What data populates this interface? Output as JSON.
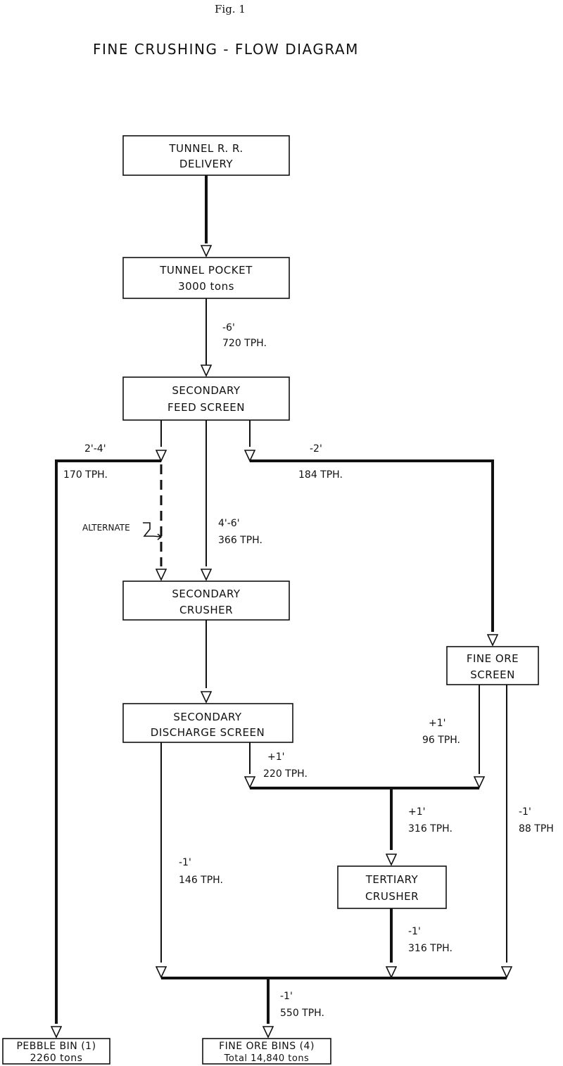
{
  "figure_label": "Fig. 1",
  "title": "FINE CRUSHING - FLOW DIAGRAM",
  "nodes": {
    "tunnel_rr": [
      "TUNNEL R. R.",
      "DELIVERY"
    ],
    "tunnel_pocket": [
      "TUNNEL POCKET",
      "3000 tons"
    ],
    "secondary_feed_screen": [
      "SECONDARY",
      "FEED SCREEN"
    ],
    "secondary_crusher": [
      "SECONDARY",
      "CRUSHER"
    ],
    "fine_ore_screen": [
      "FINE ORE",
      "SCREEN"
    ],
    "secondary_discharge_screen": [
      "SECONDARY",
      "DISCHARGE SCREEN"
    ],
    "tertiary_crusher": [
      "TERTIARY",
      "CRUSHER"
    ],
    "pebble_bin": [
      "PEBBLE BIN (1)",
      "2260 tons"
    ],
    "fine_ore_bins": [
      "FINE ORE BINS (4)",
      "Total 14,840 tons"
    ]
  },
  "flow_labels": {
    "pocket_to_feed": [
      "-6'",
      "720 TPH."
    ],
    "to_pebble": [
      "2'-4'",
      "170 TPH."
    ],
    "to_fine_screen": [
      "-2'",
      "184 TPH."
    ],
    "alternate": "ALTERNATE",
    "to_sec_crusher": [
      "4'-6'",
      "366 TPH."
    ],
    "fine_plus": [
      "+1'",
      "96 TPH."
    ],
    "disch_plus": [
      "+1'",
      "220 TPH."
    ],
    "to_tertiary": [
      "+1'",
      "316 TPH."
    ],
    "fine_minus": [
      "-1'",
      "88 TPH"
    ],
    "disch_minus": [
      "-1'",
      "146 TPH."
    ],
    "tertiary_out": [
      "-1'",
      "316 TPH."
    ],
    "to_bins": [
      "-1'",
      "550 TPH."
    ]
  }
}
